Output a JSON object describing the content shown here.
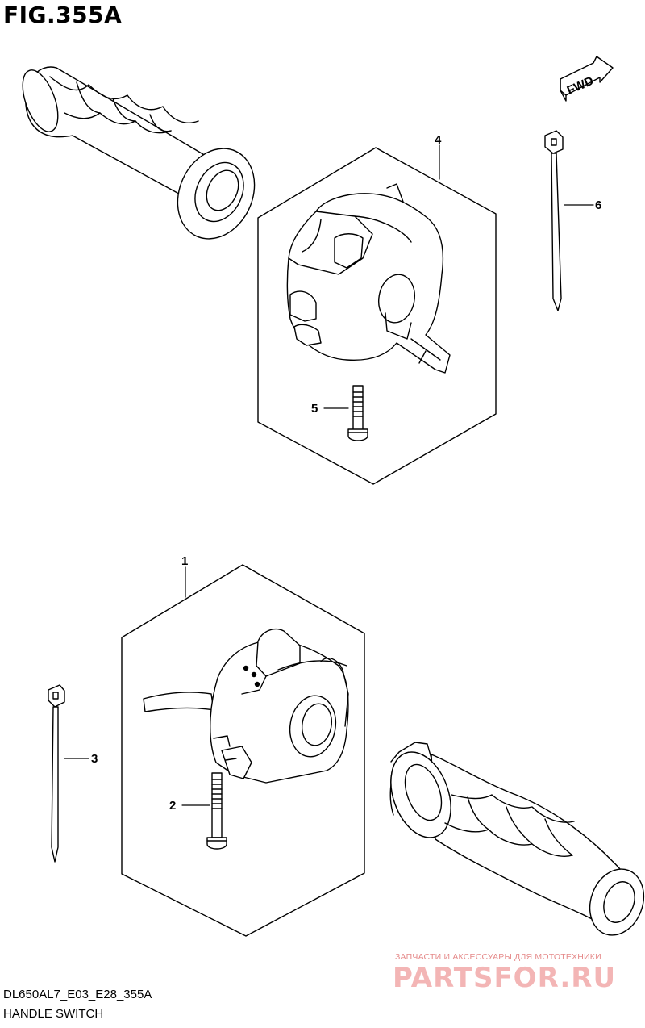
{
  "figure": {
    "title": "FIG.355A",
    "code": "DL650AL7_E03_E28_355A",
    "name": "HANDLE SWITCH"
  },
  "direction_marker": {
    "label": "FWD",
    "icon": "forward-arrow-icon"
  },
  "callouts": {
    "c1": "1",
    "c2": "2",
    "c3": "3",
    "c4": "4",
    "c5": "5",
    "c6": "6"
  },
  "watermark": {
    "line1": "ЗАПЧАСТИ И АКСЕССУАРЫ ДЛЯ МОТОТЕХНИКИ",
    "line2": "PARTSFOR.RU",
    "color": "#e06060"
  }
}
